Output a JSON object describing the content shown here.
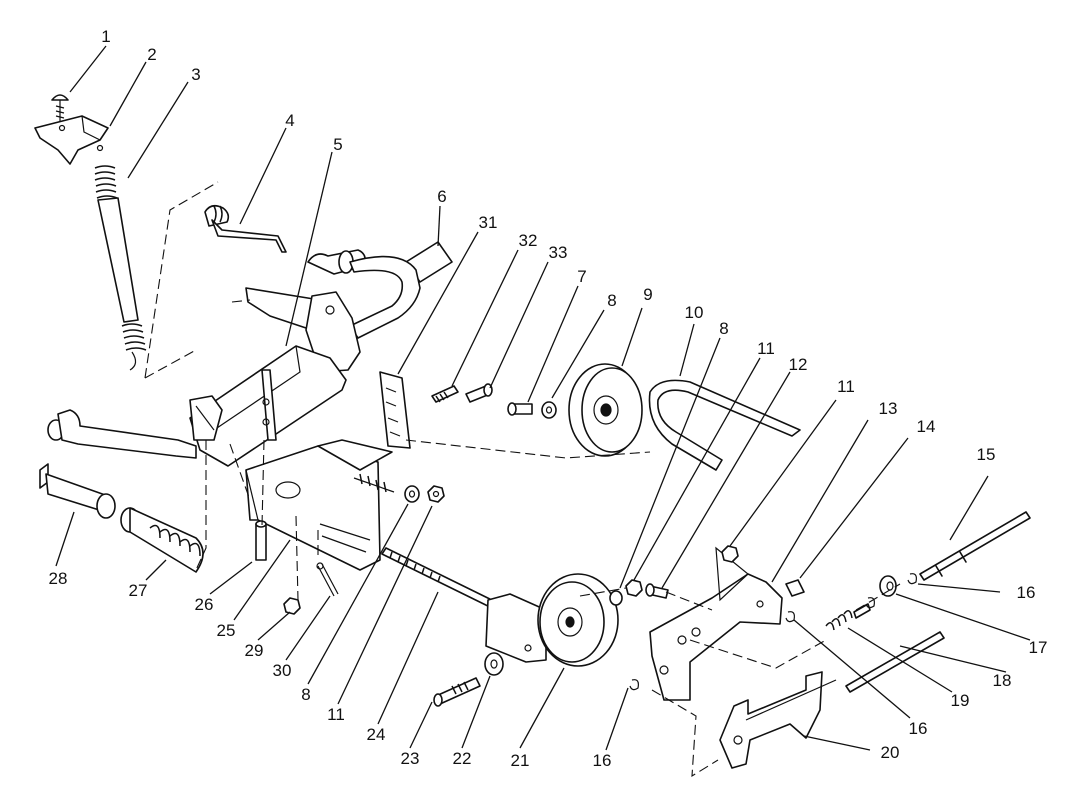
{
  "callouts": [
    "1",
    "2",
    "3",
    "4",
    "5",
    "6",
    "31",
    "32",
    "33",
    "7",
    "8",
    "9",
    "10",
    "8",
    "11",
    "12",
    "11",
    "13",
    "14",
    "15",
    "16",
    "17",
    "18",
    "19",
    "16",
    "20",
    "16",
    "21",
    "22",
    "23",
    "24",
    "11",
    "8",
    "30",
    "29",
    "25",
    "26",
    "27",
    "28"
  ],
  "colors": {
    "line": "#111111",
    "background": "#ffffff"
  }
}
